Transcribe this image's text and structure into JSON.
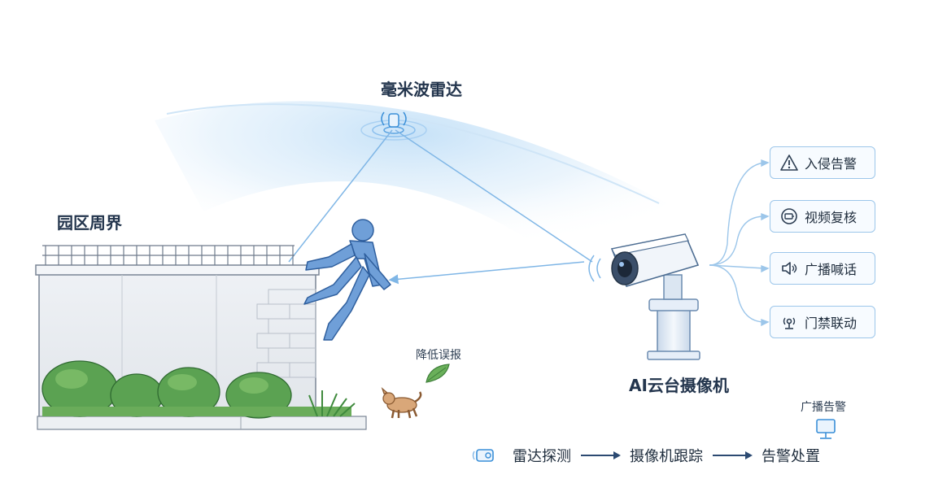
{
  "labels": {
    "radar": "毫米波雷达",
    "perimeter": "园区周界",
    "camera": "AI云台摄像机",
    "false_alarm": "降低误报",
    "broadcast_alert": "广播告警"
  },
  "actions": [
    {
      "label": "入侵告警",
      "icon": "warning-triangle-icon"
    },
    {
      "label": "视频复核",
      "icon": "video-review-icon"
    },
    {
      "label": "广播喊话",
      "icon": "speaker-icon"
    },
    {
      "label": "门禁联动",
      "icon": "access-control-icon"
    }
  ],
  "flow": {
    "steps": [
      "雷达探测",
      "摄像机跟踪",
      "告警处置"
    ],
    "icon": "radar-sensor-icon"
  },
  "colors": {
    "accent": "#3a8fd8",
    "line": "#7fb6e6",
    "intruder": "#6f9fd8",
    "wall": "#e9ecf1",
    "foliage": "#4f9a4a"
  }
}
